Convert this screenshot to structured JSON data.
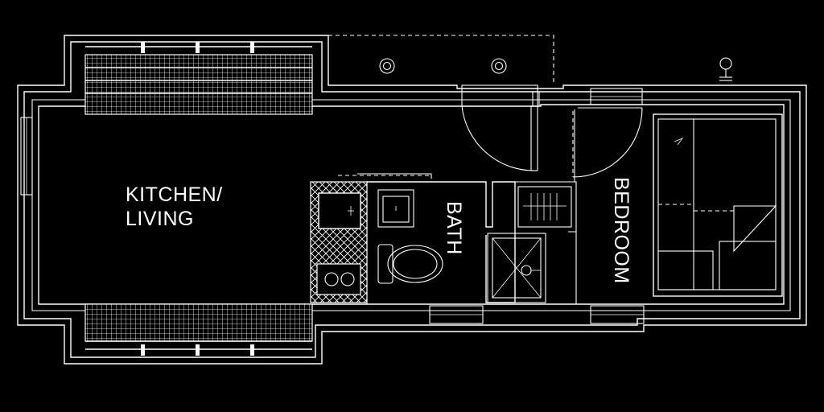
{
  "rooms": {
    "kitchen_line1": "KITCHEN/",
    "kitchen_line2": "LIVING",
    "bath": "BATH",
    "bedroom": "BEDROOM"
  },
  "colors": {
    "background": "#000000",
    "lines": "#ffffff"
  }
}
